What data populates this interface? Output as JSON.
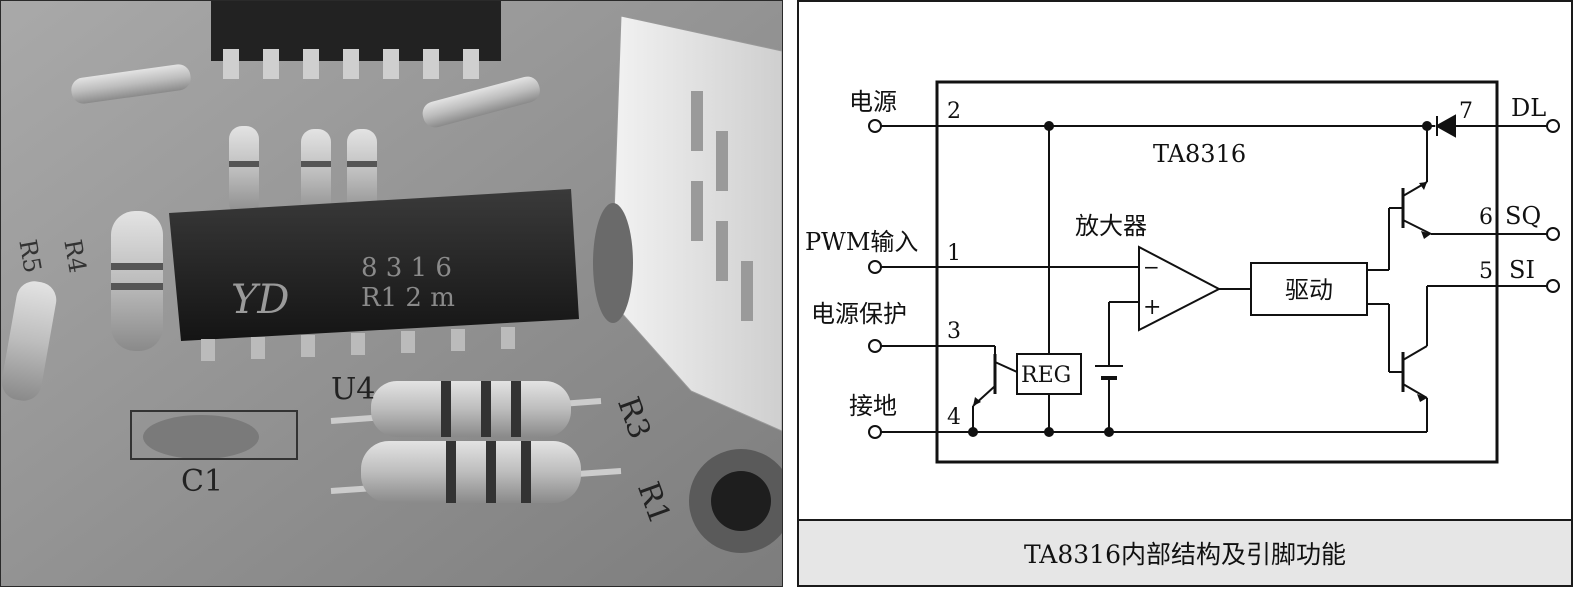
{
  "photo": {
    "silk_labels": {
      "u4": "U4",
      "c1": "C1",
      "r1": "R1",
      "r3": "R3",
      "r4": "R4",
      "r5": "R5"
    },
    "chip_print": {
      "logo": "YD",
      "line1": "8 3 1 6",
      "line2": "R1 2 m"
    }
  },
  "diagram": {
    "chip_name": "TA8316",
    "amplifier_label": "放大器",
    "driver_label": "驱动",
    "reg_label": "REG",
    "pins": [
      {
        "side": "left",
        "name": "电源",
        "number": "2"
      },
      {
        "side": "left",
        "name": "PWM输入",
        "number": "1"
      },
      {
        "side": "left",
        "name": "电源保护",
        "number": "3"
      },
      {
        "side": "left",
        "name": "接地",
        "number": "4"
      },
      {
        "side": "right",
        "name": "DL",
        "number": "7"
      },
      {
        "side": "right",
        "name": "SQ",
        "number": "6"
      },
      {
        "side": "right",
        "name": "SI",
        "number": "5"
      }
    ],
    "opamp_signs": {
      "minus": "−",
      "plus": "+"
    }
  },
  "caption": "TA8316内部结构及引脚功能"
}
